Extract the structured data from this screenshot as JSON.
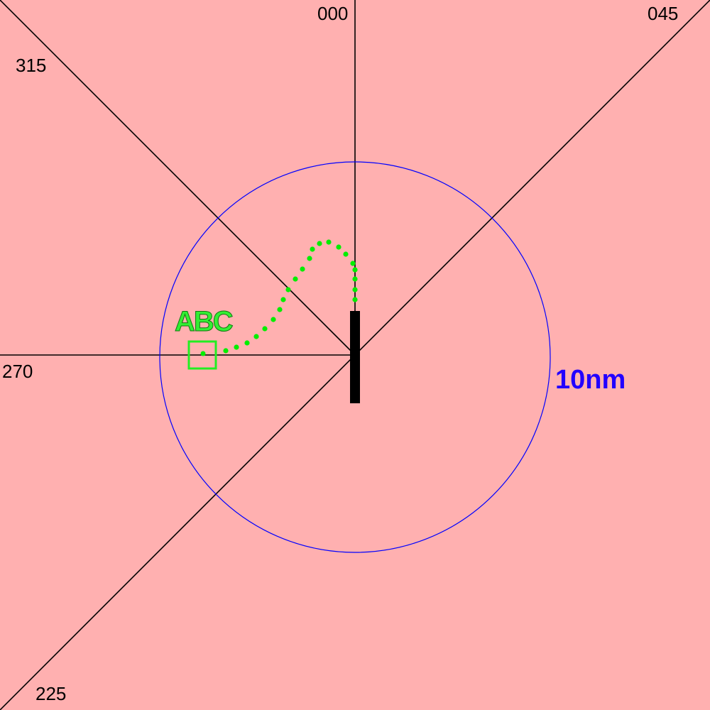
{
  "display": {
    "background_color": "#ffb0b0",
    "line_color": "#000000"
  },
  "bearings": {
    "b000": "000",
    "b045": "045",
    "b315": "315",
    "b270": "270",
    "b225": "225"
  },
  "range_ring": {
    "label": "10nm",
    "color": "#0000ff",
    "label_color": "#2200ff"
  },
  "runway": {
    "color": "#000000"
  },
  "aircraft": {
    "callsign": "ABC",
    "color": "#22ee22",
    "trail_color": "#00ee00",
    "symbol": "square-target-icon"
  }
}
